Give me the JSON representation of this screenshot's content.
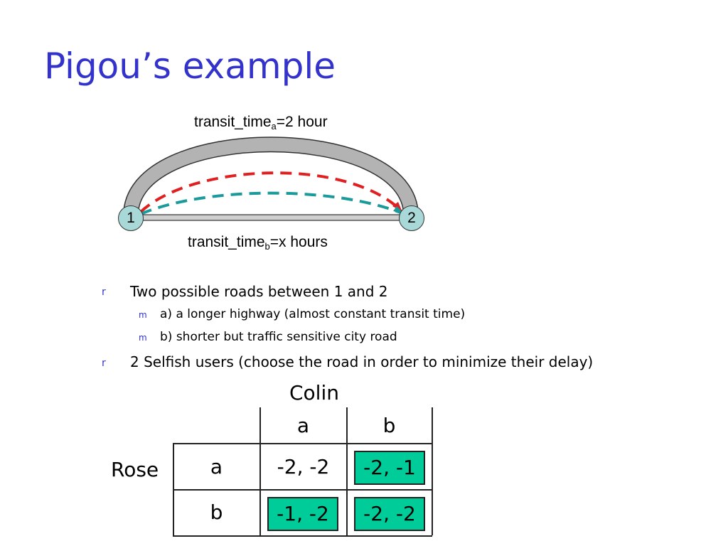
{
  "title": "Pigou’s example",
  "diagram": {
    "label_top_main": "transit_time",
    "label_top_sub": "a",
    "label_top_rest": "=2 hour",
    "label_bottom_main": "transit_time",
    "label_bottom_sub": "b",
    "label_bottom_rest": "=x hours",
    "node1": "1",
    "node2": "2",
    "colors": {
      "node_fill": "#a8d8d8",
      "red_path": "#e02020",
      "teal_path": "#1a9a9a",
      "highway": "#b3b3b3"
    }
  },
  "bullets": [
    {
      "marker": "r",
      "text": "Two possible roads between 1 and 2",
      "sub": [
        {
          "marker": "m",
          "text": "a) a longer highway (almost constant transit time)"
        },
        {
          "marker": "m",
          "text": "b) shorter but traffic sensitive city road"
        }
      ]
    },
    {
      "marker": "r",
      "text": "2 Selfish users (choose the road in order to minimize their delay)"
    }
  ],
  "game": {
    "column_player": "Colin",
    "row_player": "Rose",
    "columns": [
      "a",
      "b"
    ],
    "rows": [
      {
        "label": "a",
        "cells": [
          "-2, -2",
          "-2, -1"
        ]
      },
      {
        "label": "b",
        "cells": [
          "-1, -2",
          "-2, -2"
        ]
      }
    ],
    "highlight_color": "#00cc99"
  }
}
